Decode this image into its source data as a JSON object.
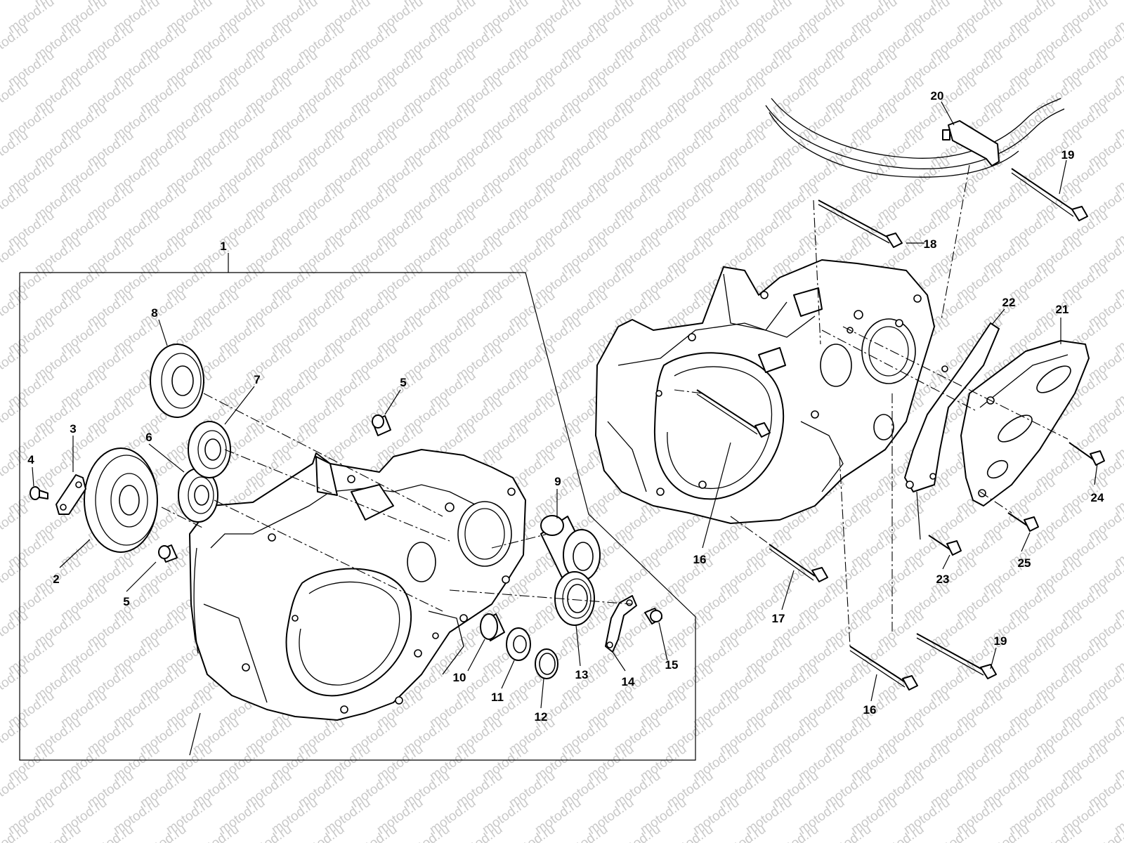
{
  "watermark": {
    "text": "motod.ru",
    "color": "#c9c9c9"
  },
  "callouts": {
    "c1": "1",
    "c2": "2",
    "c3": "3",
    "c4": "4",
    "c5a": "5",
    "c5b": "5",
    "c6": "6",
    "c7": "7",
    "c8": "8",
    "c9": "9",
    "c10": "10",
    "c11": "11",
    "c12": "12",
    "c13": "13",
    "c14": "14",
    "c15": "15",
    "c16a": "16",
    "c16b": "16",
    "c17": "17",
    "c18": "18",
    "c19a": "19",
    "c19b": "19",
    "c20": "20",
    "c21": "21",
    "c22": "22",
    "c23": "23",
    "c24": "24",
    "c25": "25"
  }
}
